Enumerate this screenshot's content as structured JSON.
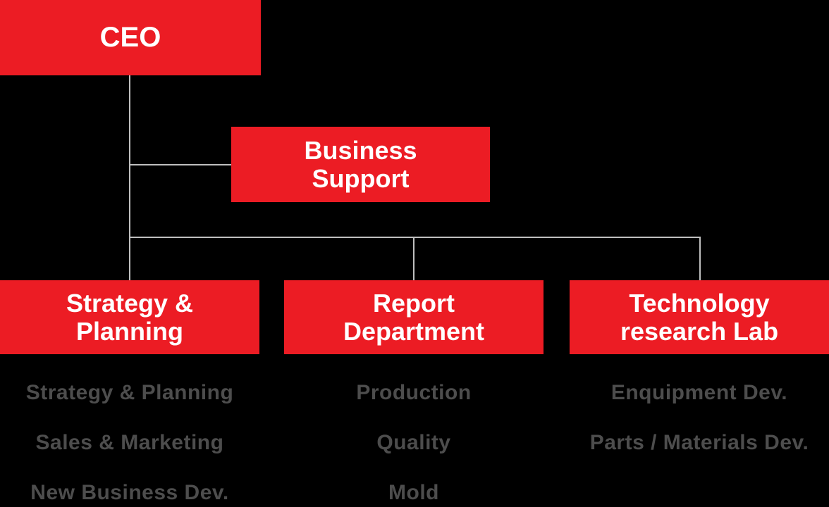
{
  "colors": {
    "background": "#000000",
    "box_red": "#ec1c24",
    "box_text": "#ffffff",
    "line_gray": "#bfbfbf",
    "list_gray": "#4d4d4d"
  },
  "org": {
    "ceo": {
      "label": "CEO"
    },
    "business_support": {
      "label": "Business\nSupport"
    },
    "departments": [
      {
        "label": "Strategy &\nPlanning",
        "items": [
          "Strategy & Planning",
          "Sales & Marketing",
          "New Business Dev."
        ]
      },
      {
        "label": "Report\nDepartment",
        "items": [
          "Production",
          "Quality",
          "Mold"
        ]
      },
      {
        "label": "Technology\nresearch Lab",
        "items": [
          "Enquipment Dev.",
          "Parts / Materials Dev."
        ]
      }
    ]
  }
}
